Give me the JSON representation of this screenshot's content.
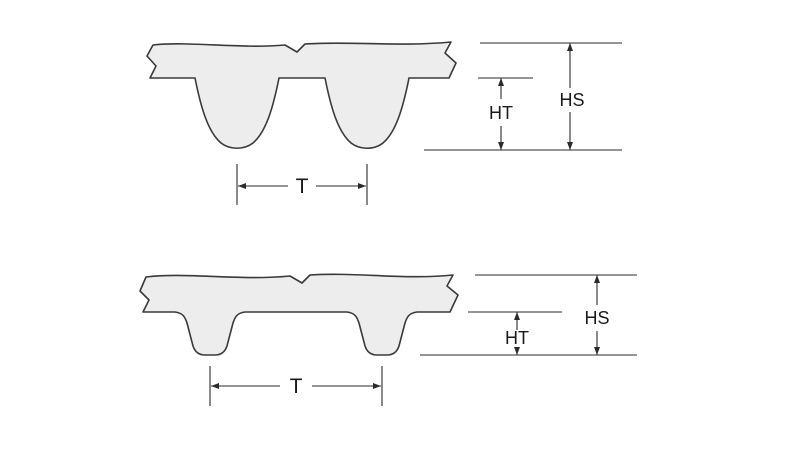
{
  "page": {
    "background": "#ffffff"
  },
  "colors": {
    "page_background": "#ffffff",
    "belt_fill": "#ededed",
    "belt_stroke": "#3a3a3a",
    "dimension_line": "#2b2b2b",
    "label_text": "#1a1a1a"
  },
  "diagrams": [
    {
      "name": "round-tooth-belt-profile",
      "labels": {
        "pitch": "T",
        "tooth_height": "HT",
        "section_height": "HS"
      }
    },
    {
      "name": "trapezoidal-tooth-belt-profile",
      "labels": {
        "pitch": "T",
        "tooth_height": "HT",
        "section_height": "HS"
      }
    }
  ]
}
